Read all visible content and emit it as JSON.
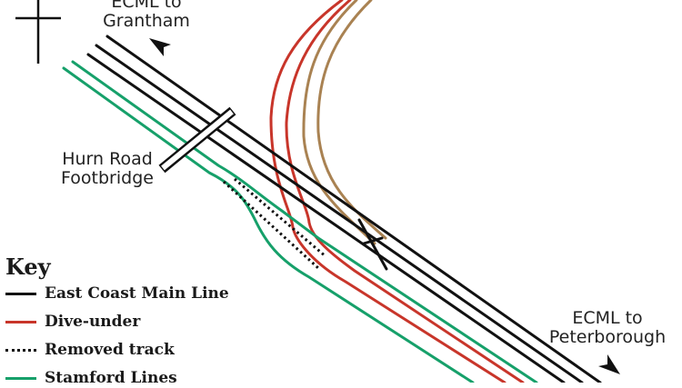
{
  "labels": {
    "ecml_north_line1": "ECML to",
    "ecml_north_line2": "Grantham",
    "footbridge_line1": "Hurn Road",
    "footbridge_line2": "Footbridge",
    "ecml_south_line1": "ECML to",
    "ecml_south_line2": "Peterborough"
  },
  "key": {
    "title": "Key",
    "items": [
      {
        "label": "East Coast Main Line",
        "color": "#111111",
        "style": "solid"
      },
      {
        "label": "Dive-under",
        "color": "#c8352a",
        "style": "solid"
      },
      {
        "label": "Removed track",
        "color": "#111111",
        "style": "dotted"
      },
      {
        "label": "Stamford Lines",
        "color": "#16a06a",
        "style": "solid"
      }
    ]
  },
  "colors": {
    "ecml": "#111111",
    "dive_under": "#c8352a",
    "removed_track": "#111111",
    "stamford": "#16a06a",
    "branch_tan": "#a98252"
  },
  "icons": [
    "north-arrow-icon",
    "direction-arrow-icon"
  ]
}
